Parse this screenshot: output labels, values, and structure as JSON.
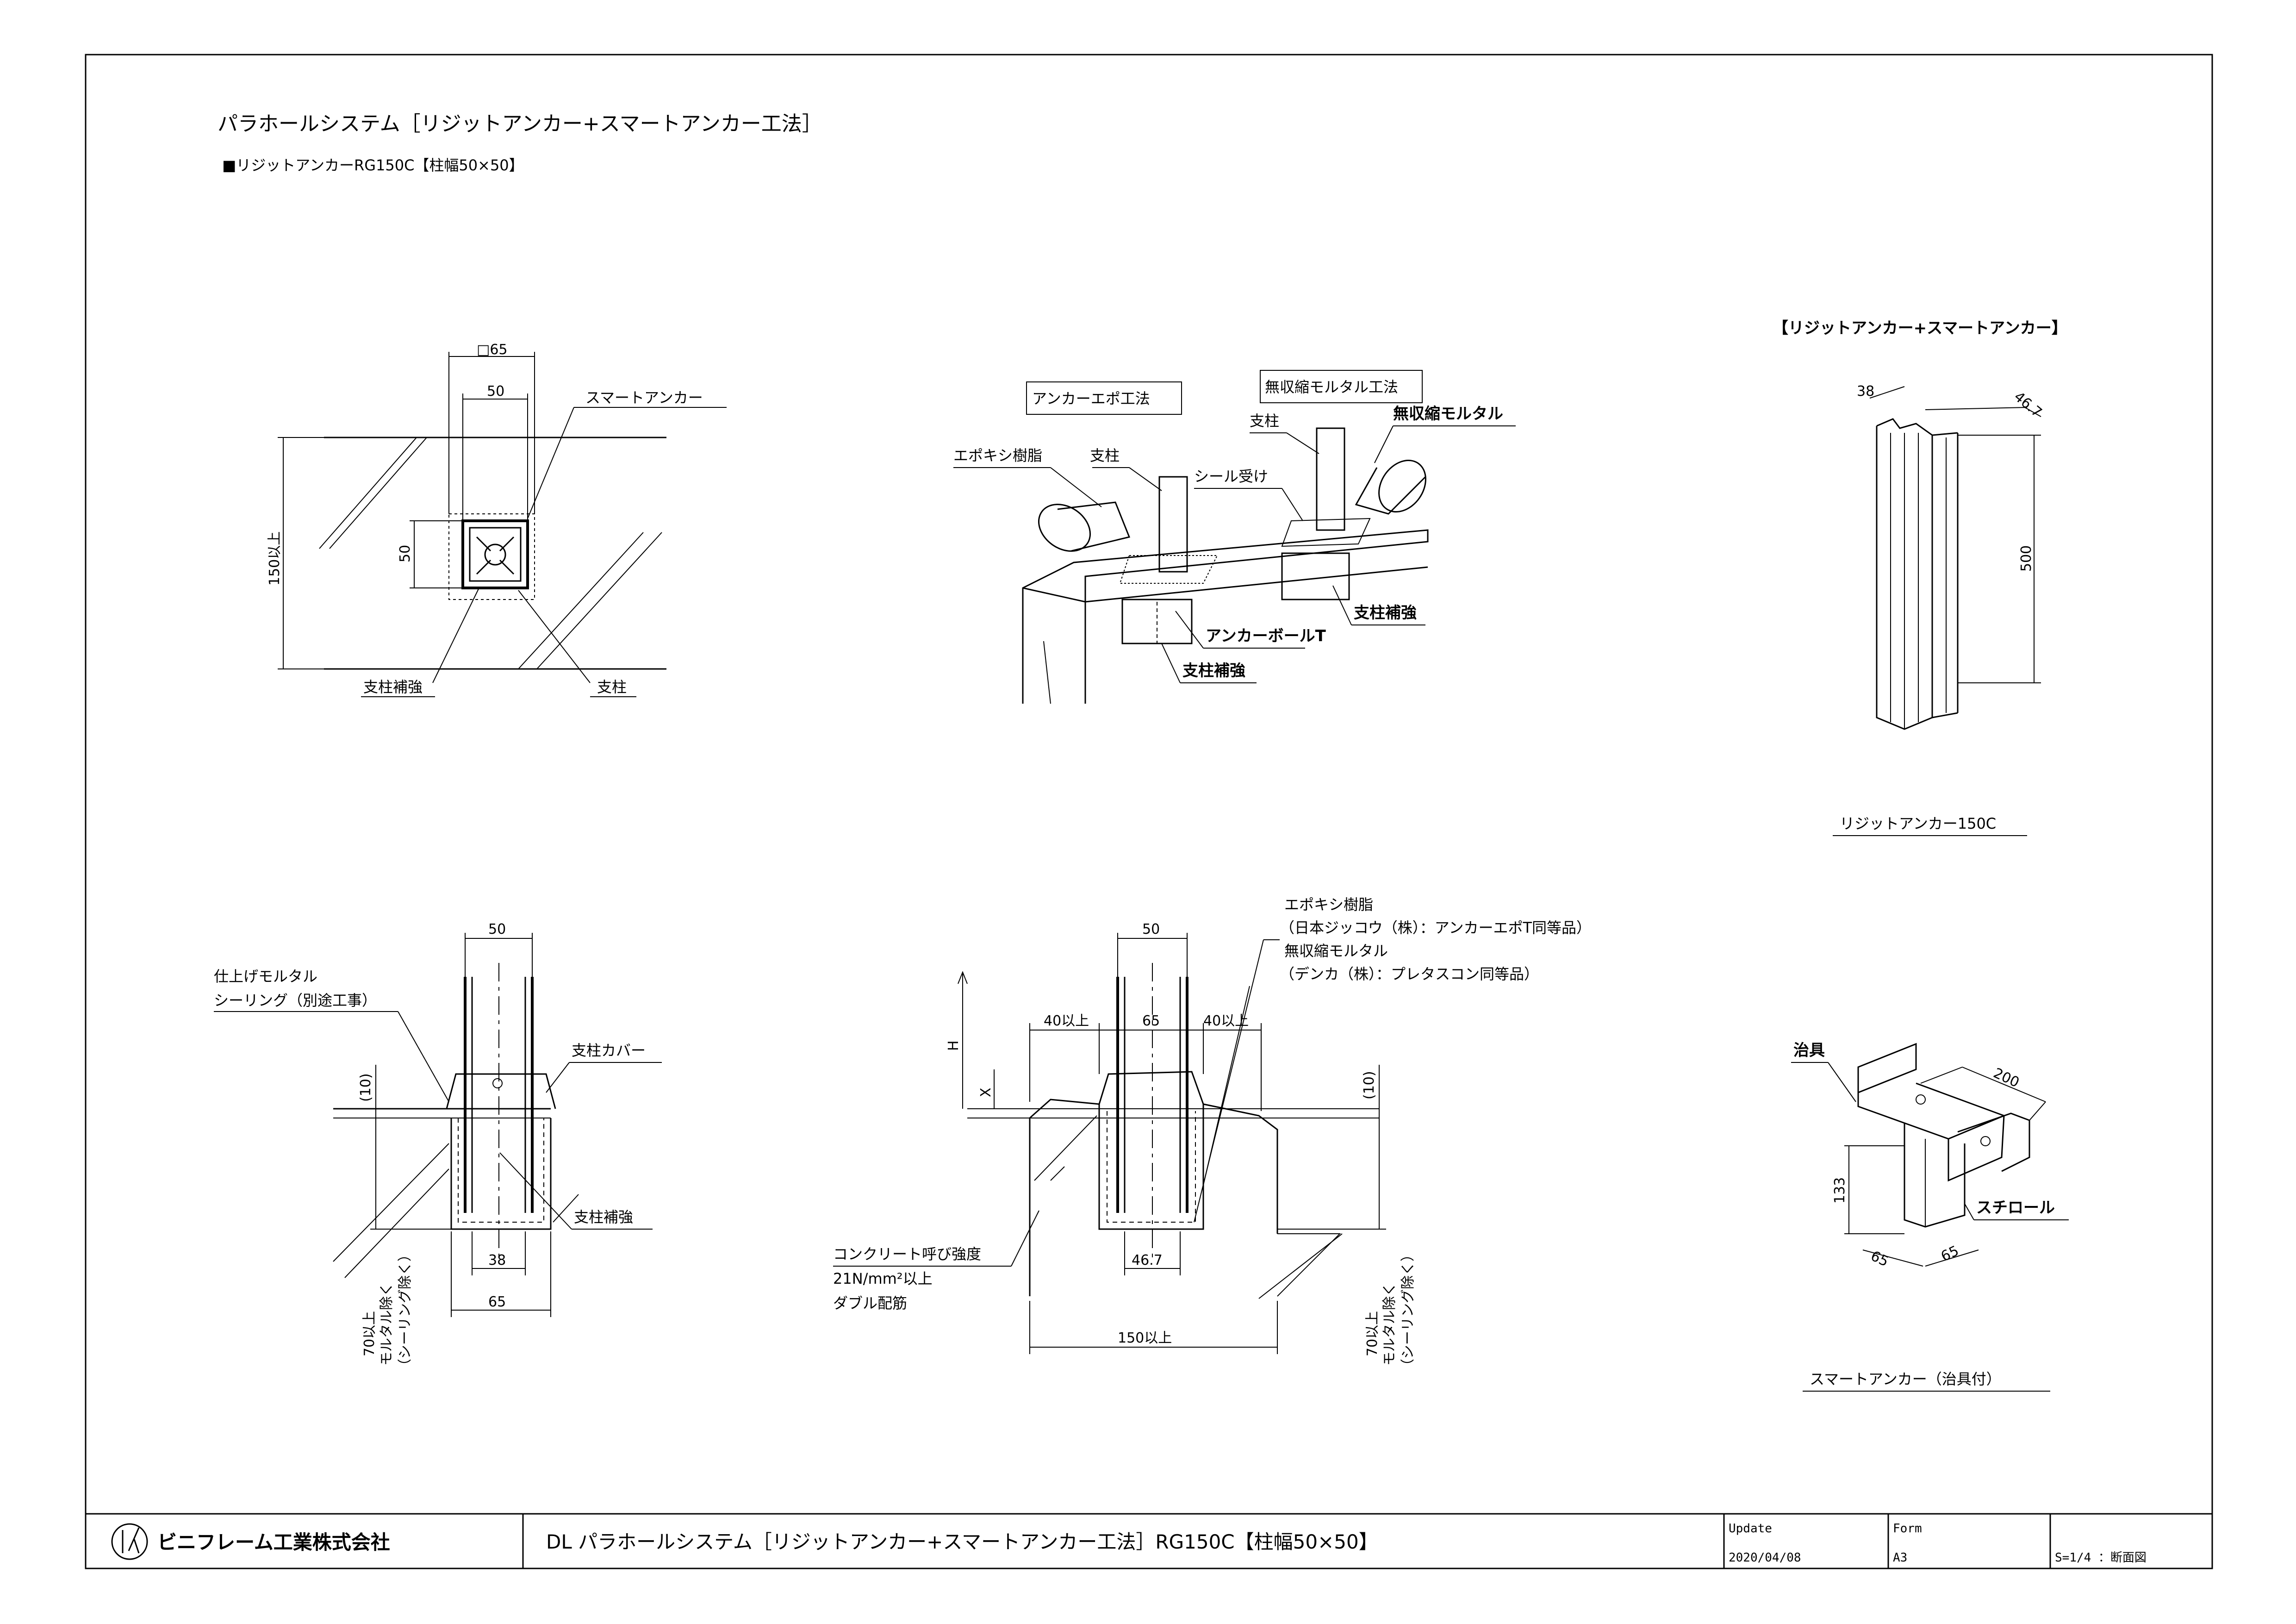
{
  "header": {
    "title": "パラホールシステム［リジットアンカー+スマートアンカー工法］",
    "subtitle": "■リジットアンカーRG150C【柱幅50×50】"
  },
  "plan_view": {
    "dim_square": "□65",
    "dim_top": "50",
    "dim_left": "50",
    "dim_height": "150以上",
    "label_smart_anchor": "スマートアンカー",
    "label_post_reinforce": "支柱補強",
    "label_post": "支柱"
  },
  "perspective_view": {
    "box_epoxy": "アンカーエポ工法",
    "box_mortar": "無収縮モルタル工法",
    "label_epoxy_resin": "エポキシ樹脂",
    "label_post_1": "支柱",
    "label_post_2": "支柱",
    "label_seal_receiver": "シール受け",
    "label_nonshrink_mortar": "無収縮モルタル",
    "label_post_reinforce_1": "支柱補強",
    "label_post_reinforce_2": "支柱補強",
    "label_anchor_ball": "アンカーボールT"
  },
  "rigid_anchor_view": {
    "heading": "【リジットアンカー+スマートアンカー】",
    "dim_38": "38",
    "dim_467": "46.7",
    "dim_500": "500",
    "caption": "リジットアンカー150C"
  },
  "section_left": {
    "dim_50": "50",
    "dim_10": "(10)",
    "dim_38": "38",
    "dim_65": "65",
    "dim_70": "70以上",
    "dim_70_note1": "モルタル除く",
    "dim_70_note2": "（シーリング除く）",
    "label_finish_mortar": "仕上げモルタル",
    "label_sealing": "シーリング（別途工事）",
    "label_post_cover": "支柱カバー",
    "label_post_reinforce": "支柱補強"
  },
  "section_right": {
    "dim_50": "50",
    "dim_40_left": "40以上",
    "dim_65": "65",
    "dim_40_right": "40以上",
    "dim_h": "H",
    "dim_x": "X",
    "dim_10": "(10)",
    "dim_467": "46.7",
    "dim_150": "150以上",
    "dim_70": "70以上",
    "dim_70_note1": "モルタル除く",
    "dim_70_note2": "（シーリング除く）",
    "label_epoxy": "エポキシ樹脂",
    "label_epoxy_detail": "（日本ジッコウ（株）：アンカーエポT同等品）",
    "label_mortar": "無収縮モルタル",
    "label_mortar_detail": "（デンカ（株）：プレタスコン同等品）",
    "label_concrete_1": "コンクリート呼び強度",
    "label_concrete_2": "21N/mm²以上",
    "label_concrete_3": "ダブル配筋"
  },
  "smart_anchor_view": {
    "label_jig": "治具",
    "dim_200": "200",
    "dim_133": "133",
    "dim_65_a": "65",
    "dim_65_b": "65",
    "label_styrofoam": "スチロール",
    "caption": "スマートアンカー（治具付）"
  },
  "title_block": {
    "company": "ビニフレーム工業株式会社",
    "drawing_title": "DL パラホールシステム［リジットアンカー+スマートアンカー工法］RG150C【柱幅50×50】",
    "update_label": "Update",
    "update_value": "2020/04/08",
    "form_label": "Form",
    "form_value": "A3",
    "scale": "S=1/4 ：断面図"
  }
}
